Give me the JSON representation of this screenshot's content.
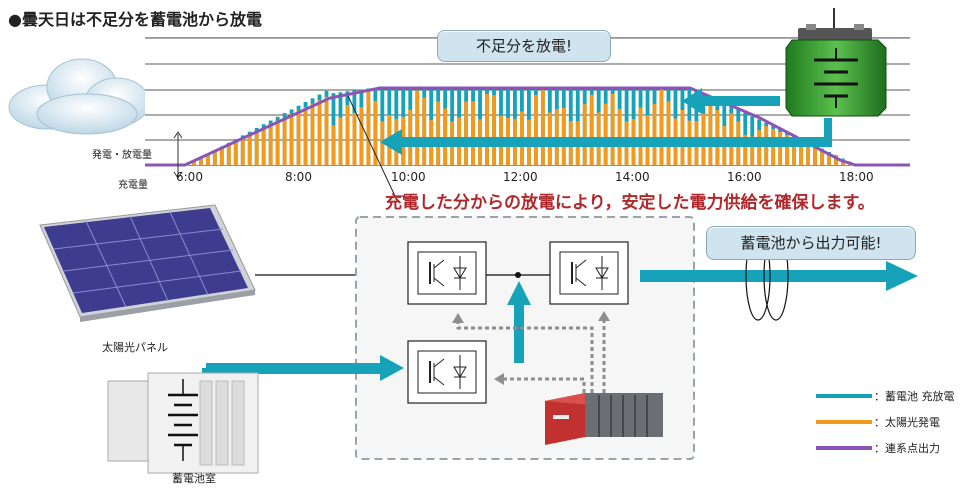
{
  "title": "●曇天日は不足分を蓄電池から放電",
  "chart": {
    "pill_label": "不足分を放電!",
    "y_label_upper": "発電・放電量",
    "y_label_lower": "充電量",
    "x_ticks": [
      "6:00",
      "8:00",
      "10:00",
      "12:00",
      "14:00",
      "16:00",
      "18:00"
    ]
  },
  "callout": "充電した分からの放電により，安定した電力供給を確保します。",
  "output_pill": "蓄電池から出力可能!",
  "labels": {
    "solar_panel": "太陽光パネル",
    "battery_room": "蓄電池室"
  },
  "legend": [
    {
      "label": "：蓄電池 充放電",
      "color": "#16a2b8"
    },
    {
      "label": "：太陽光発電",
      "color": "#f39a1c"
    },
    {
      "label": "：連系点出力",
      "color": "#8a55b5"
    }
  ],
  "chart_data": {
    "type": "bar",
    "x_labels": [
      "6:00",
      "8:00",
      "10:00",
      "12:00",
      "14:00",
      "16:00",
      "18:00"
    ],
    "series": [
      {
        "name": "蓄電池 充放電"
      },
      {
        "name": "太陽光発電"
      },
      {
        "name": "連系点出力"
      }
    ]
  },
  "colors": {
    "battery": "#16a2b8",
    "solar": "#f39a1c",
    "output": "#8a55b5",
    "callout": "#b0282a"
  }
}
